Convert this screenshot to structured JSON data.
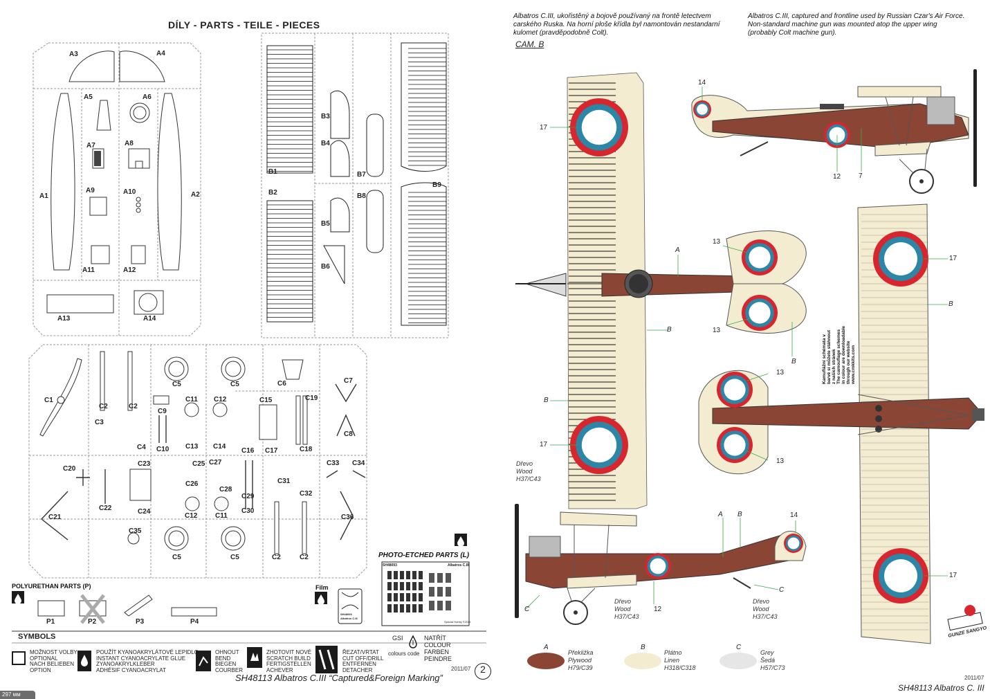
{
  "header": {
    "title": "DÍLY   -   PARTS   -   TEILE   -   PIECES"
  },
  "sprue_a": {
    "labels": [
      "A1",
      "A2",
      "A3",
      "A4",
      "A5",
      "A6",
      "A7",
      "A8",
      "A9",
      "A10",
      "A11",
      "A12",
      "A13",
      "A14"
    ]
  },
  "sprue_b": {
    "labels": [
      "B1",
      "B2",
      "B3",
      "B4",
      "B5",
      "B6",
      "B7",
      "B8",
      "B9"
    ]
  },
  "sprue_c": {
    "labels": [
      "C1",
      "C2",
      "C2",
      "C3",
      "C4",
      "C5",
      "C5",
      "C6",
      "C7",
      "C8",
      "C9",
      "C10",
      "C11",
      "C12",
      "C13",
      "C14",
      "C15",
      "C16",
      "C17",
      "C18",
      "C19",
      "C20",
      "C21",
      "C22",
      "C23",
      "C24",
      "C25",
      "C26",
      "C12",
      "C11",
      "C27",
      "C28",
      "C29",
      "C30",
      "C31",
      "C32",
      "C33",
      "C34",
      "C36",
      "C35",
      "C5",
      "C5",
      "C2",
      "C2"
    ]
  },
  "photo_etched": {
    "title": "PHOTO-ETCHED PARTS (L)",
    "fret_code": "SH48093",
    "fret_name": "Albatros C.III",
    "fret_note": "Special Hobby ©2011"
  },
  "polyurethane": {
    "title": "POLYURETHAN PARTS (P)",
    "parts": [
      "P1",
      "P2",
      "P3",
      "P4"
    ]
  },
  "film": {
    "title": "Film",
    "fret_code": "SH48093",
    "fret_name": "Albatros C.III"
  },
  "symbols": {
    "title": "SYMBOLS",
    "items": [
      {
        "icon": "box-icon",
        "lines": [
          "MOŽNOST VOLBY",
          "OPTIONAL",
          "NACH BELIEBEN",
          "OPTION"
        ]
      },
      {
        "icon": "drop-icon",
        "lines": [
          "POUŽÍT KYANOAKRYLÁTOVÉ LEPIDLO",
          "INSTANT CYANOACRYLATE GLUE",
          "ZYANOAKRYLKLEBER",
          "ADHÉSIF CYANOACRYLAT"
        ]
      },
      {
        "icon": "bend-icon",
        "lines": [
          "OHNOUT",
          "BEND",
          "BIEGEN",
          "COURBER"
        ]
      },
      {
        "icon": "hand-icon",
        "lines": [
          "ZHOTOVIT NOVÉ",
          "SCRATCH BUILD",
          "FERTIGSTELLEN",
          "ACHEVER"
        ]
      },
      {
        "icon": "cut-icon",
        "lines": [
          "ŘEZAT/VRTAT",
          "CUT OFF/DRILL",
          "ENTFERNEN",
          "DETACHER"
        ]
      },
      {
        "icon": "paint-icon",
        "lines": [
          "NATŘÍT",
          "COLOUR",
          "FARBEN",
          "PEINDRE"
        ]
      }
    ],
    "gsi_label": "GSI",
    "gsi_sub": "colours code"
  },
  "footer_left": {
    "date": "2011/07",
    "product": "SH48113 Albatros C.III “Captured&Foreign Marking”",
    "page": "2"
  },
  "footer_right": {
    "date": "2011/07",
    "product": "SH48113 Albatros C. III"
  },
  "corner_tag": "297 мм",
  "camo": {
    "caption_cz": [
      "Albatros C.III, ukořistěný a bojově používaný na frontě  letectvem",
      "carského Ruska. Na horní ploše křídla byl namontován nestandarní",
      "kulomet (pravděpodobně Colt)."
    ],
    "caption_en": [
      "Albatros C.III, captured and frontline used by Russian Czar's Air Force.",
      "Non-standard machine gun was mounted atop the upper wing",
      "(probably Colt machine gun)."
    ],
    "scheme_label": "CAM. B",
    "callouts": {
      "n17": "17",
      "n14": "14",
      "n13": "13",
      "n12": "12",
      "n7": "7",
      "a": "A",
      "b": "B",
      "c": "C"
    },
    "wood_note": [
      "Dřevo",
      "Wood",
      "H37/C43"
    ],
    "vertical_note": [
      "Kamuflážní schémata v",
      "barvě si můžete stáhnout",
      "z našich stránek",
      "The camouflage schemes",
      "in colour are downloadable",
      "through our website",
      "www.cmkkits.com"
    ],
    "legend": [
      {
        "key": "A",
        "lines": [
          "Překližka",
          "Plywood",
          "H79/C39"
        ],
        "color": "#8a4535"
      },
      {
        "key": "B",
        "lines": [
          "Plátno",
          "Linen",
          "H318/C318"
        ],
        "color": "#f4ecd0"
      },
      {
        "key": "C",
        "lines": [
          "Grey",
          "Šedá",
          "H57/C73"
        ],
        "color": "#e6e6e6"
      }
    ],
    "colors": {
      "wood": "#8a4535",
      "linen": "#f4ecd0",
      "roundel_red": "#d7262e",
      "roundel_blue": "#2d86a6"
    },
    "brand": "GUNZE SANGYO"
  }
}
